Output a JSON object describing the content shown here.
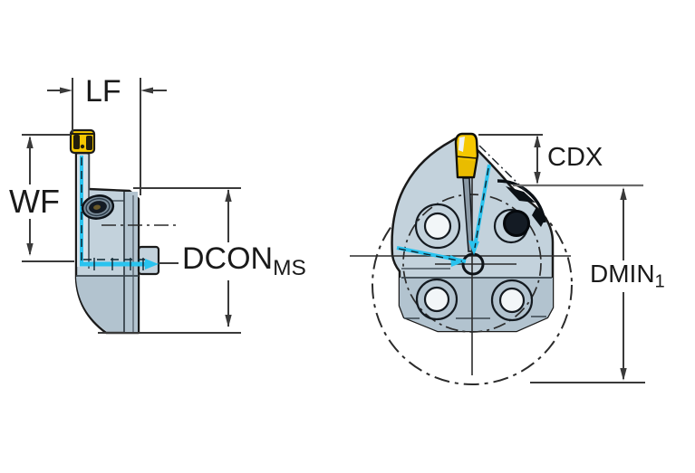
{
  "labels": {
    "lf": "LF",
    "wf": "WF",
    "dcon_base": "DCON",
    "dcon_sub": "MS",
    "cdx": "CDX",
    "dmin_base": "DMIN",
    "dmin_sub": "1"
  },
  "colors": {
    "label-text": "#1a1a1a",
    "outline": "#1a1a1a",
    "dim-line": "#3a3a3a",
    "gray-line": "#6b6b6b",
    "centerline": "#2b2b2b",
    "body-fill": "#c3d2dc",
    "body-shade": "#b2c3cf",
    "body-light": "#d6e1e8",
    "insert-yellow": "#f6c800",
    "insert-dark": "#231f0c",
    "coolant-cyan": "#29c3ef",
    "screw-dark": "#141b24",
    "slot-gray": "#8b9aa6"
  }
}
